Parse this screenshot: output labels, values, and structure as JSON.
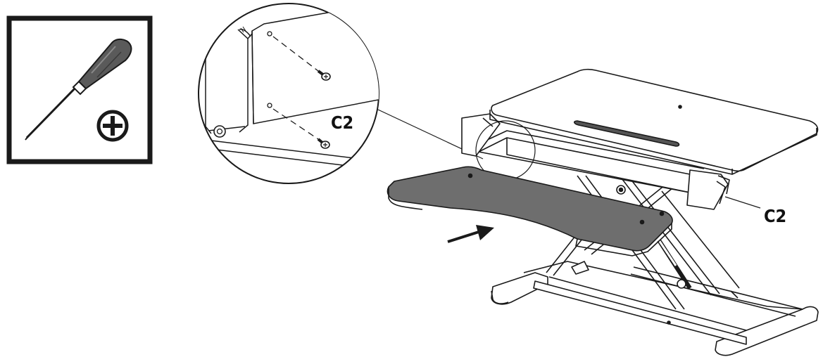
{
  "callouts": {
    "detail_label": "C2",
    "main_label": "C2"
  },
  "tool": {
    "name": "phillips-screwdriver",
    "symbol": "phillips-cross-icon"
  },
  "colors": {
    "line": "#1a1a1a",
    "keyboard_tray": "#6e6e6e",
    "handle": "#555555",
    "frame_border": "#1a1a1a",
    "background": "#ffffff"
  }
}
